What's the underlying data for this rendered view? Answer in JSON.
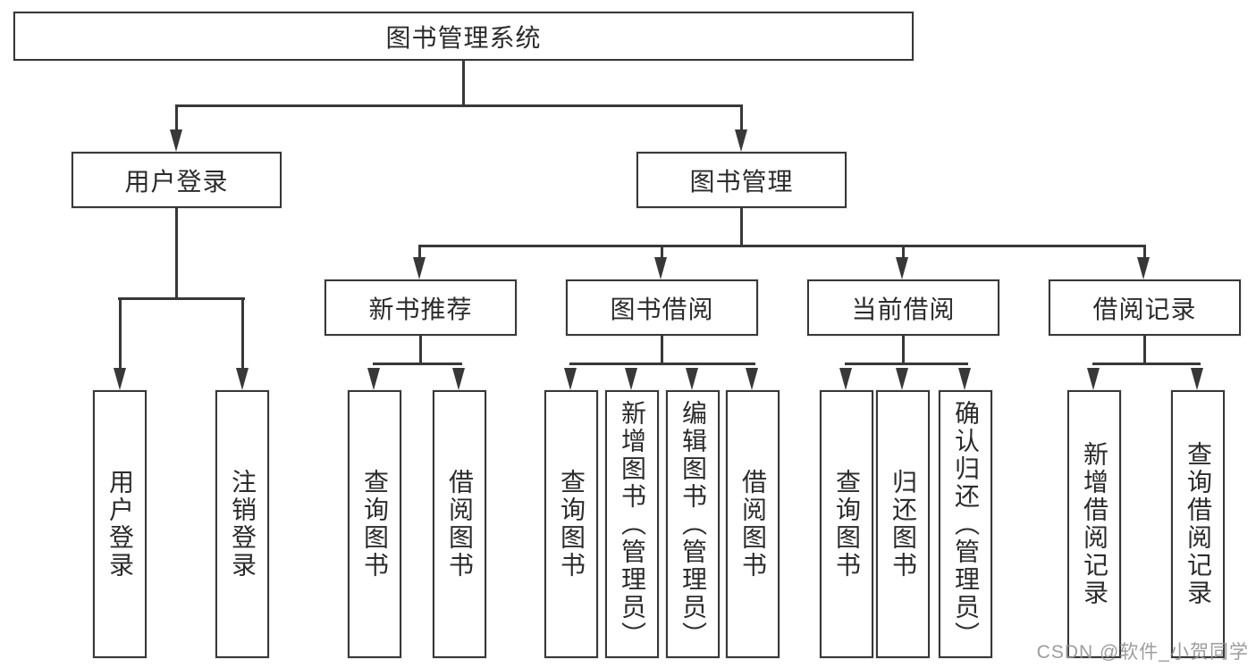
{
  "tree": {
    "root": "图书管理系统",
    "branches": [
      {
        "label": "用户登录",
        "children": [
          "用户登录",
          "注销登录"
        ]
      },
      {
        "label": "图书管理",
        "modules": [
          {
            "label": "新书推荐",
            "children": [
              "查询图书",
              "借阅图书"
            ]
          },
          {
            "label": "图书借阅",
            "children": [
              "查询图书",
              "新增图书（管理员）",
              "编辑图书（管理员）",
              "借阅图书"
            ]
          },
          {
            "label": "当前借阅",
            "children": [
              "查询图书",
              "归还图书",
              "确认归还（管理员）"
            ]
          },
          {
            "label": "借阅记录",
            "children": [
              "新增借阅记录",
              "查询借阅记录"
            ]
          }
        ]
      }
    ]
  },
  "watermark": "CSDN @软件_小贺同学",
  "colors": {
    "line": "#383838",
    "text": "#2b2b2b",
    "background": "#ffffff",
    "watermark": "#949494"
  }
}
